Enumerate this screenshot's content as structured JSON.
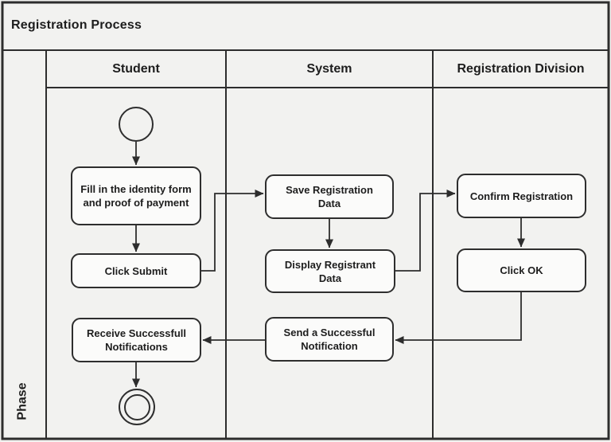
{
  "colors": {
    "background": "#f2f2f0",
    "line": "#2d2d2d",
    "node_fill": "#fbfbfa",
    "text": "#1d1d1d"
  },
  "diagram": {
    "type": "swimlane-activity-diagram",
    "title": "Registration Process",
    "phase_label": "Phase",
    "lanes": [
      {
        "label": "Student"
      },
      {
        "label": "System"
      },
      {
        "label": "Registration Division"
      }
    ],
    "nodes": {
      "start": {
        "type": "initial-node",
        "lane": "Student"
      },
      "fill_form": {
        "type": "action",
        "lane": "Student",
        "label": "Fill in the identity form and proof of payment"
      },
      "click_submit": {
        "type": "action",
        "lane": "Student",
        "label": "Click Submit"
      },
      "receive_notifications": {
        "type": "action",
        "lane": "Student",
        "label": "Receive Successfull Notifications"
      },
      "end": {
        "type": "final-node",
        "lane": "Student"
      },
      "save_registration": {
        "type": "action",
        "lane": "System",
        "label": "Save Registration Data"
      },
      "display_registrant": {
        "type": "action",
        "lane": "System",
        "label": "Display Registrant Data"
      },
      "send_notification": {
        "type": "action",
        "lane": "System",
        "label": "Send a Successful Notification"
      },
      "confirm_registration": {
        "type": "action",
        "lane": "Registration Division",
        "label": "Confirm Registration"
      },
      "click_ok": {
        "type": "action",
        "lane": "Registration Division",
        "label": "Click OK"
      }
    },
    "edges": [
      {
        "from": "start",
        "to": "fill_form"
      },
      {
        "from": "fill_form",
        "to": "click_submit"
      },
      {
        "from": "click_submit",
        "to": "save_registration"
      },
      {
        "from": "save_registration",
        "to": "display_registrant"
      },
      {
        "from": "display_registrant",
        "to": "confirm_registration"
      },
      {
        "from": "confirm_registration",
        "to": "click_ok"
      },
      {
        "from": "click_ok",
        "to": "send_notification"
      },
      {
        "from": "send_notification",
        "to": "receive_notifications"
      },
      {
        "from": "receive_notifications",
        "to": "end"
      }
    ]
  }
}
